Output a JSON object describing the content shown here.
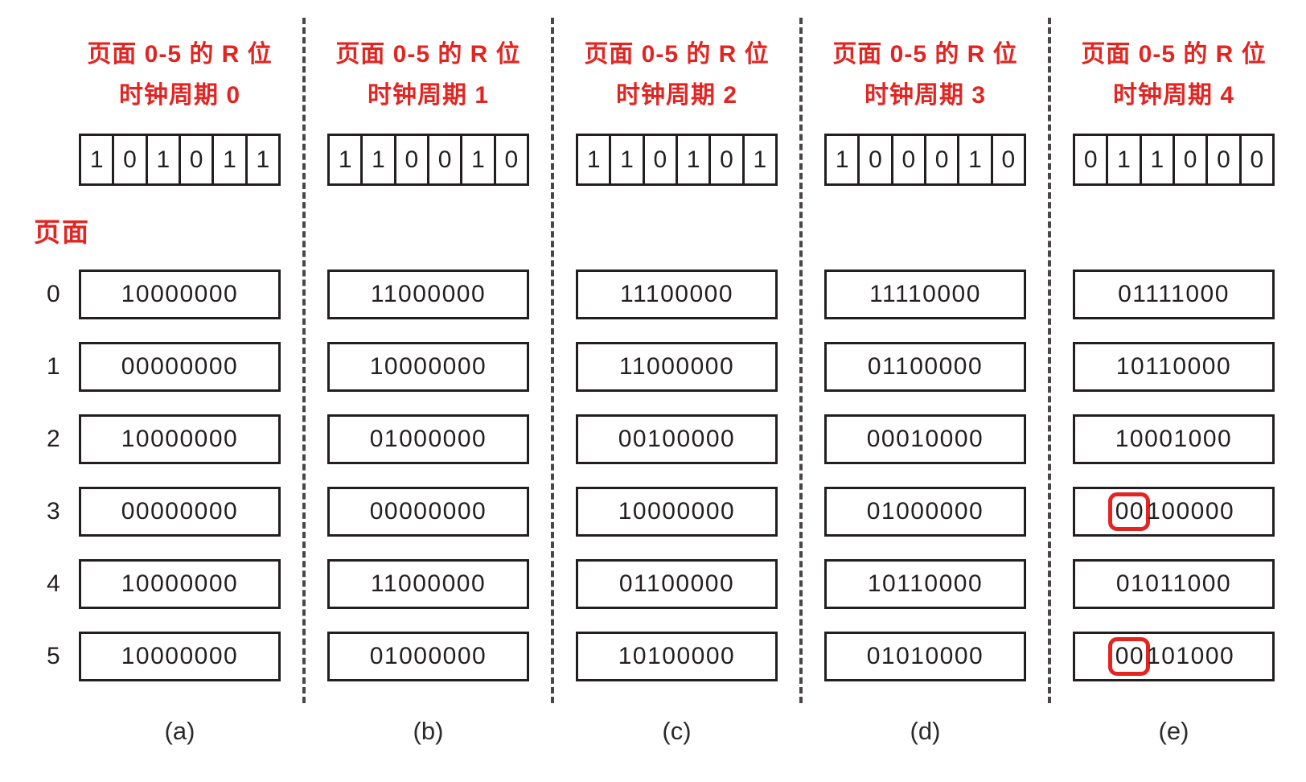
{
  "colors": {
    "accent_red": "#e32522",
    "ink": "#231f20",
    "dash_gray": "#4a4646"
  },
  "figure": {
    "page_axis_label": "页面",
    "page_numbers": [
      "0",
      "1",
      "2",
      "3",
      "4",
      "5"
    ],
    "columns": [
      {
        "label": "(a)",
        "title_line1": "页面 0-5 的 R 位",
        "title_line2": "时钟周期 0",
        "r_bits": [
          "1",
          "0",
          "1",
          "0",
          "1",
          "1"
        ],
        "counters": [
          "10000000",
          "00000000",
          "10000000",
          "00000000",
          "10000000",
          "10000000"
        ],
        "highlights": []
      },
      {
        "label": "(b)",
        "title_line1": "页面 0-5 的 R 位",
        "title_line2": "时钟周期 1",
        "r_bits": [
          "1",
          "1",
          "0",
          "0",
          "1",
          "0"
        ],
        "counters": [
          "11000000",
          "10000000",
          "01000000",
          "00000000",
          "11000000",
          "01000000"
        ],
        "highlights": []
      },
      {
        "label": "(c)",
        "title_line1": "页面 0-5 的 R 位",
        "title_line2": "时钟周期 2",
        "r_bits": [
          "1",
          "1",
          "0",
          "1",
          "0",
          "1"
        ],
        "counters": [
          "11100000",
          "11000000",
          "00100000",
          "10000000",
          "01100000",
          "10100000"
        ],
        "highlights": []
      },
      {
        "label": "(d)",
        "title_line1": "页面 0-5 的 R 位",
        "title_line2": "时钟周期 3",
        "r_bits": [
          "1",
          "0",
          "0",
          "0",
          "1",
          "0"
        ],
        "counters": [
          "11110000",
          "01100000",
          "00010000",
          "01000000",
          "10110000",
          "01010000"
        ],
        "highlights": []
      },
      {
        "label": "(e)",
        "title_line1": "页面 0-5 的 R 位",
        "title_line2": "时钟周期 4",
        "r_bits": [
          "0",
          "1",
          "1",
          "0",
          "0",
          "0"
        ],
        "counters": [
          "01111000",
          "10110000",
          "10001000",
          "00100000",
          "01011000",
          "00101000"
        ],
        "highlights": [
          {
            "row": 3,
            "prefix_len": 2
          },
          {
            "row": 5,
            "prefix_len": 2
          }
        ]
      }
    ]
  }
}
